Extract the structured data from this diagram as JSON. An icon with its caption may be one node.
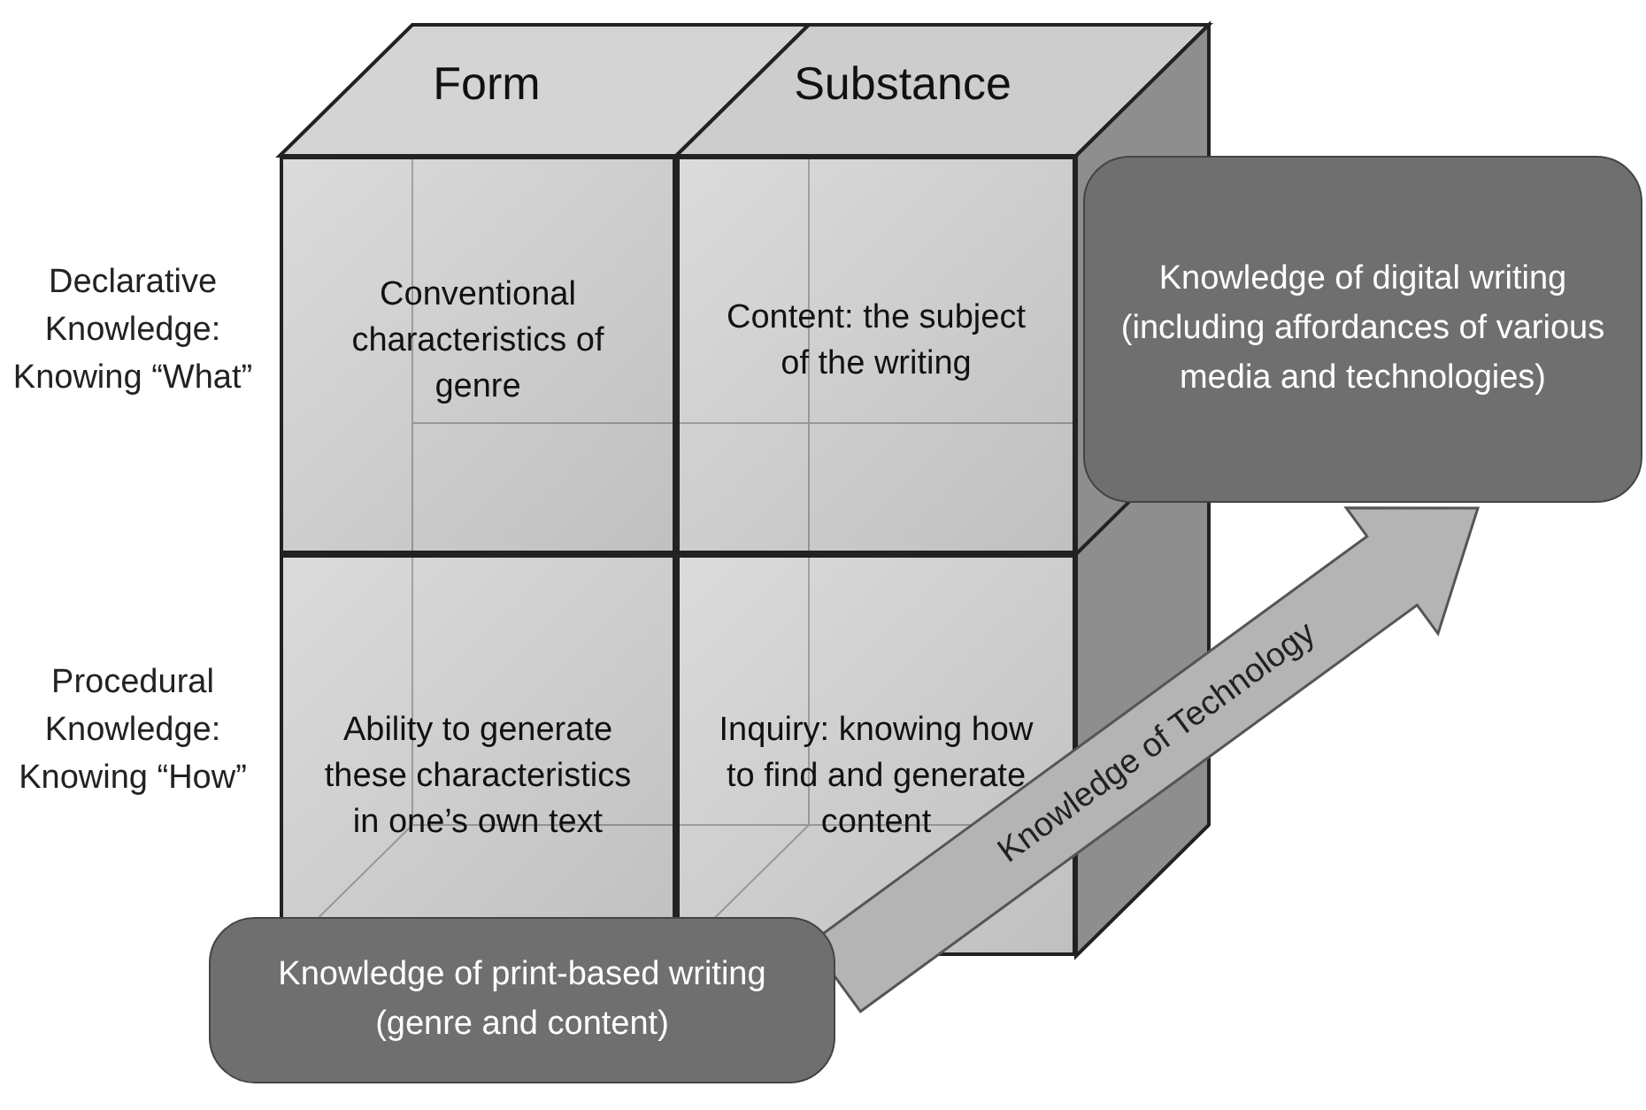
{
  "diagram": {
    "nodes": [
      {
        "text": [
          "Form"
        ]
      },
      {
        "text": [
          "Substance"
        ]
      },
      {
        "text": [
          "Conventional characteristics of genre"
        ]
      },
      {
        "text": [
          "Content: the subject of the writing"
        ]
      },
      {
        "text": [
          "Ability to generate these characteristics in one’s own text"
        ]
      },
      {
        "text": [
          "Inquiry: knowing how to find and generate content"
        ]
      },
      {
        "text": [
          "Knowledge of print-based writing (genre and content)"
        ]
      },
      {
        "text": [
          "Knowledge of digital writing (including affordances of various media and technologies)"
        ]
      }
    ],
    "edges": [
      {
        "from": 6,
        "to": 7,
        "arrow": "to",
        "label": "Knowledge of Technology",
        "style": "thick"
      }
    ],
    "labels": [
      "Declarative Knowledge: Knowing “What”",
      "Procedural Knowledge: Knowing “How”"
    ]
  }
}
